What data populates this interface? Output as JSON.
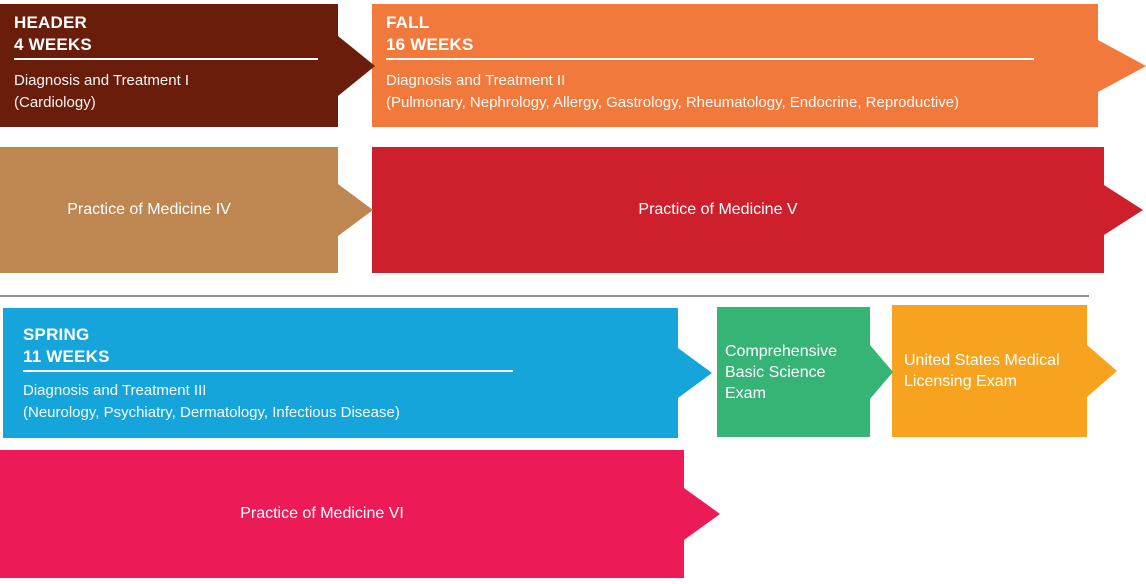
{
  "colors": {
    "header": "#6B1D0B",
    "fall": "#F0793B",
    "pom4": "#BE8751",
    "pom5": "#CE202C",
    "spring": "#16A5DB",
    "cbse": "#36B476",
    "usmle": "#F8A31F",
    "pom6": "#EC1A57",
    "divider": "#8F8F8F",
    "background": "#FFFFFF",
    "text": "#FFFFFF"
  },
  "blocks": {
    "header": {
      "title1": "HEADER",
      "title2": "4 WEEKS",
      "body1": "Diagnosis and Treatment I",
      "body2": "(Cardiology)"
    },
    "fall": {
      "title1": "FALL",
      "title2": "16 WEEKS",
      "body1": "Diagnosis and Treatment II",
      "body2": "(Pulmonary, Nephrology, Allergy,  Gastrology, Rheumatology, Endocrine, Reproductive)"
    },
    "pom4": {
      "label": "Practice of Medicine IV"
    },
    "pom5": {
      "label": "Practice of Medicine V"
    },
    "spring": {
      "title1": "SPRING",
      "title2": "11 WEEKS",
      "body1": "Diagnosis and Treatment III",
      "body2": "(Neurology, Psychiatry, Dermatology, Infectious Disease)"
    },
    "cbse": {
      "label": "Comprehensive Basic Science Exam"
    },
    "usmle": {
      "label": "United States Medical Licensing Exam"
    },
    "pom6": {
      "label": "Practice of Medicine VI"
    }
  }
}
